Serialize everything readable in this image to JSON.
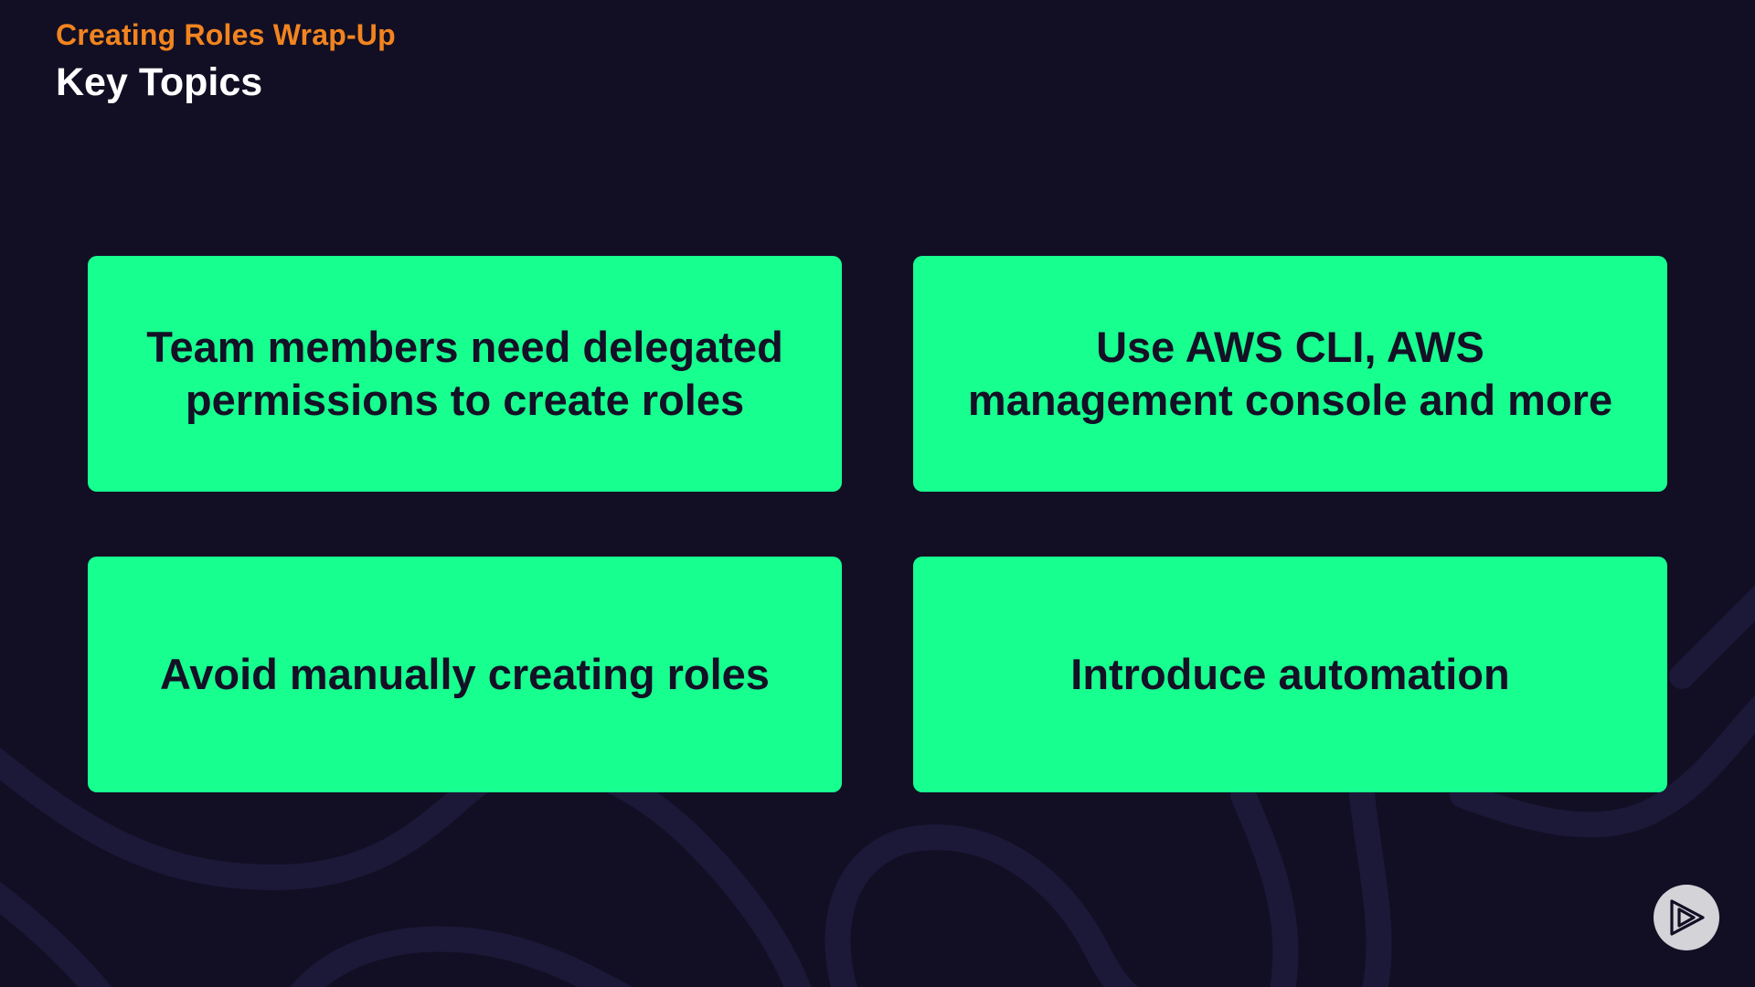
{
  "header": {
    "kicker": "Creating Roles Wrap-Up",
    "title": "Key Topics"
  },
  "cards": [
    {
      "text": "Team members need delegated permissions to create roles"
    },
    {
      "text": "Use AWS CLI, AWS management console and more"
    },
    {
      "text": "Avoid manually creating roles"
    },
    {
      "text": "Introduce automation"
    }
  ],
  "icons": {
    "play_button": "play-logo-icon"
  },
  "colors": {
    "background": "#120f24",
    "accent_orange": "#f2841f",
    "card_green": "#17ff8f",
    "card_text": "#141025"
  }
}
